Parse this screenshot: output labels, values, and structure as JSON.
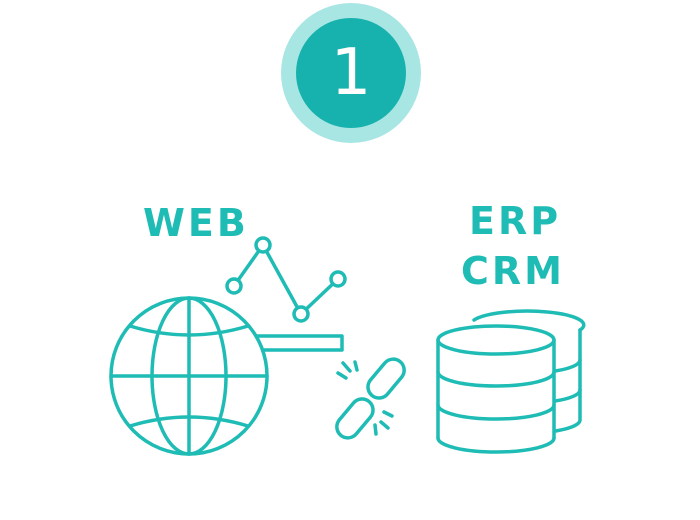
{
  "step": {
    "number": "1"
  },
  "labels": {
    "web": "WEB",
    "erp": "ERP",
    "crm": "CRM"
  },
  "colors": {
    "accent": "#1fbcb5",
    "badge_outer": "#a8e6e4",
    "badge_inner": "#18b2ae"
  },
  "icons": [
    "globe-icon",
    "line-chart-icon",
    "broken-link-icon",
    "database-icon"
  ]
}
